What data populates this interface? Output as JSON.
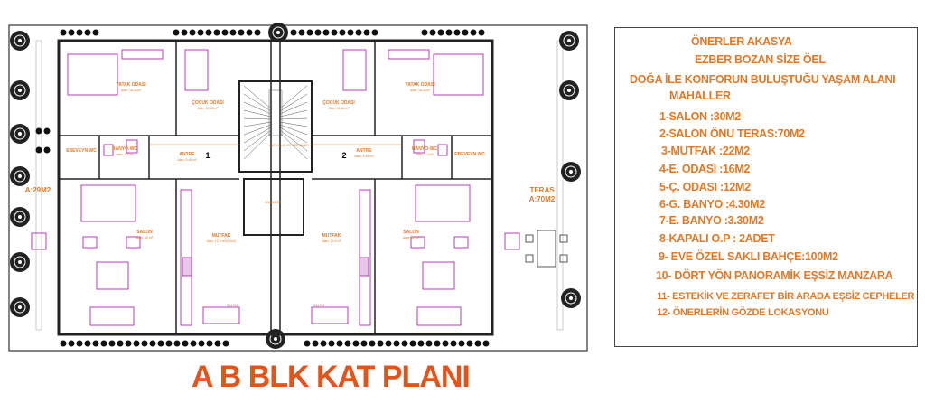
{
  "plan": {
    "title": "A B BLK KAT PLANI",
    "rooms": {
      "yatak": {
        "name": "YATAK ODASI",
        "area": "Alan: 16.00m²"
      },
      "cocuk": {
        "name": "ÇOCUK ODASI",
        "area": "Alan: 11.86 m²"
      },
      "ebeveyn_wc": {
        "name": "EBEVEYN WC"
      },
      "banyo": {
        "name": "BANYO-WC",
        "area": "Alan: 4.3 m²"
      },
      "antre": {
        "name": "ANTRE",
        "area": "Alan: 5.48 m²"
      },
      "salon": {
        "name": "SALON",
        "area": "Alan: 30 m²"
      },
      "mutfak_left": {
        "name": "MUTFAK",
        "area": "Alan: 12.4 m²(22m2)"
      },
      "mutfak_right": {
        "name": "MUTFAK",
        "area": "Alan: 12.4 m²"
      },
      "balkon": {
        "name": "SALON"
      },
      "asansor": {
        "name": "ASANSÖR"
      },
      "stair": {
        "name": "KAT HOLÜ VE MERDİVEN"
      }
    },
    "unit_numbers": [
      "1",
      "2"
    ],
    "garden_left": "A:29M2",
    "terrace_right": {
      "name": "TERAS",
      "area": "A:70M2"
    }
  },
  "panel": {
    "lines": [
      "ÖNERLER AKASYA",
      "EZBER BOZAN SİZE ÖEL",
      "DOĞA İLE KONFORUN BULUŞTUĞU YAŞAM ALANI",
      "MAHALLER",
      "1-SALON :30M2",
      "2-SALON ÖNU TERAS:70M2",
      "3-MUTFAK :22M2",
      "4-E. ODASI :16M2",
      "5-Ç. ODASI :12M2",
      "6-G. BANYO :4.30M2",
      "7-E. BANYO :3.30M2",
      "8-KAPALI O.P : 2ADET",
      "9- EVE ÖZEL SAKLI BAHÇE:100M2",
      "10- DÖRT YÖN PANORAMİK EŞSİZ MANZARA",
      "11- ESTEKİK VE ZERAFET BİR ARADA  EŞSİZ  CEPHELER",
      "12- ÖNERLERİN GÖZDE LOKASYONU"
    ]
  },
  "colors": {
    "text_orange": "#e07a2a",
    "title_red": "#e2541c",
    "furniture": "#b040b0",
    "walls": "#222222"
  }
}
